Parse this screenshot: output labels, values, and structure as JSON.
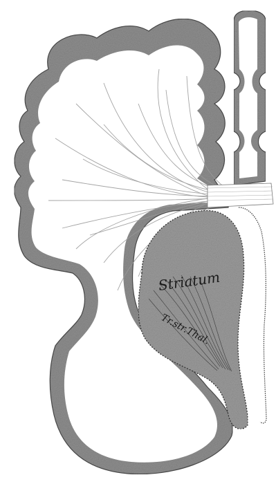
{
  "figure": {
    "labels": {
      "striatum": "Striatum",
      "tract": "Tr.str.Thal."
    },
    "colors": {
      "cortex_gray": "#8f8f8f",
      "cortex_dark": "#6a6a6a",
      "white_matter": "#ffffff",
      "fiber": "#9a9a9a",
      "striatum_fill": "#9c9c9c",
      "background": "#ffffff"
    },
    "structures": [
      "cerebral-hemisphere",
      "cortex",
      "white-matter",
      "striatum",
      "medial-wall",
      "fiber-radiation",
      "lateral-ventricle"
    ]
  }
}
